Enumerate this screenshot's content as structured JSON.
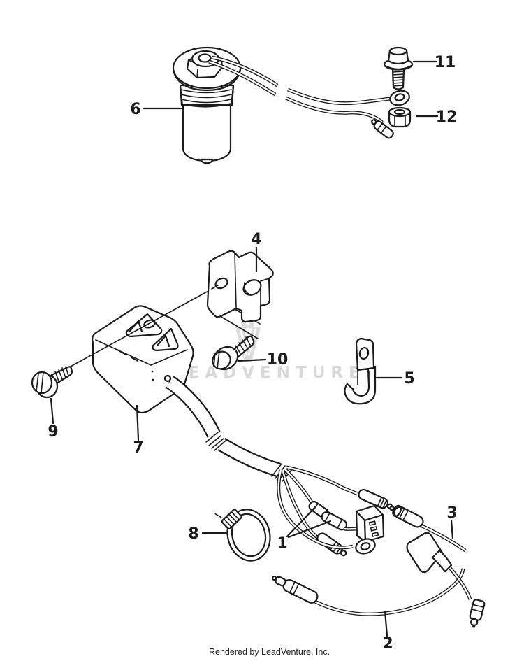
{
  "page": {
    "background": "#ffffff",
    "ink_color": "#1b1b1b"
  },
  "watermark": {
    "text": "LEADVENTURE",
    "color": "#d8d8d8",
    "logo": "leadventure-flame-v-logo"
  },
  "footer": {
    "text": "Rendered by LeadVenture, Inc."
  },
  "diagram": {
    "type": "exploded-parts-diagram",
    "callouts": [
      {
        "label": "1"
      },
      {
        "label": "2"
      },
      {
        "label": "3"
      },
      {
        "label": "4"
      },
      {
        "label": "5"
      },
      {
        "label": "6"
      },
      {
        "label": "7"
      },
      {
        "label": "8"
      },
      {
        "label": "9"
      },
      {
        "label": "10"
      },
      {
        "label": "11"
      },
      {
        "label": "12"
      }
    ]
  }
}
